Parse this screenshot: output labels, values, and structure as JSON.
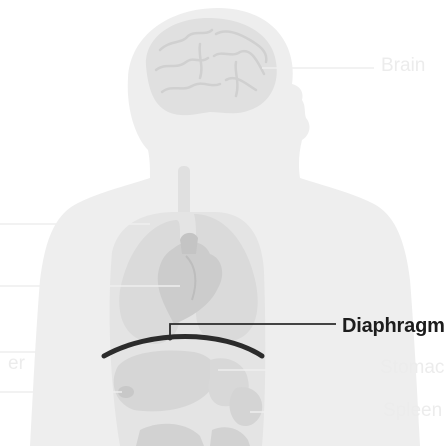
{
  "labels": {
    "brain": "Brain",
    "diaphragm": "Diaphragm",
    "stomach": "Stomach",
    "spleen": "Spleen",
    "liver_partial": "er"
  },
  "colors": {
    "background": "#ffffff",
    "body_silhouette": "#eeeeee",
    "organ_fill": "#e2e2e2",
    "organ_detail": "#d6d6d6",
    "leader_faded": "#eeeeee",
    "highlight": "#2b2b2b",
    "label_faded": "#ececec",
    "label_active": "#1d1d1d"
  },
  "highlighted_part": "diaphragm"
}
